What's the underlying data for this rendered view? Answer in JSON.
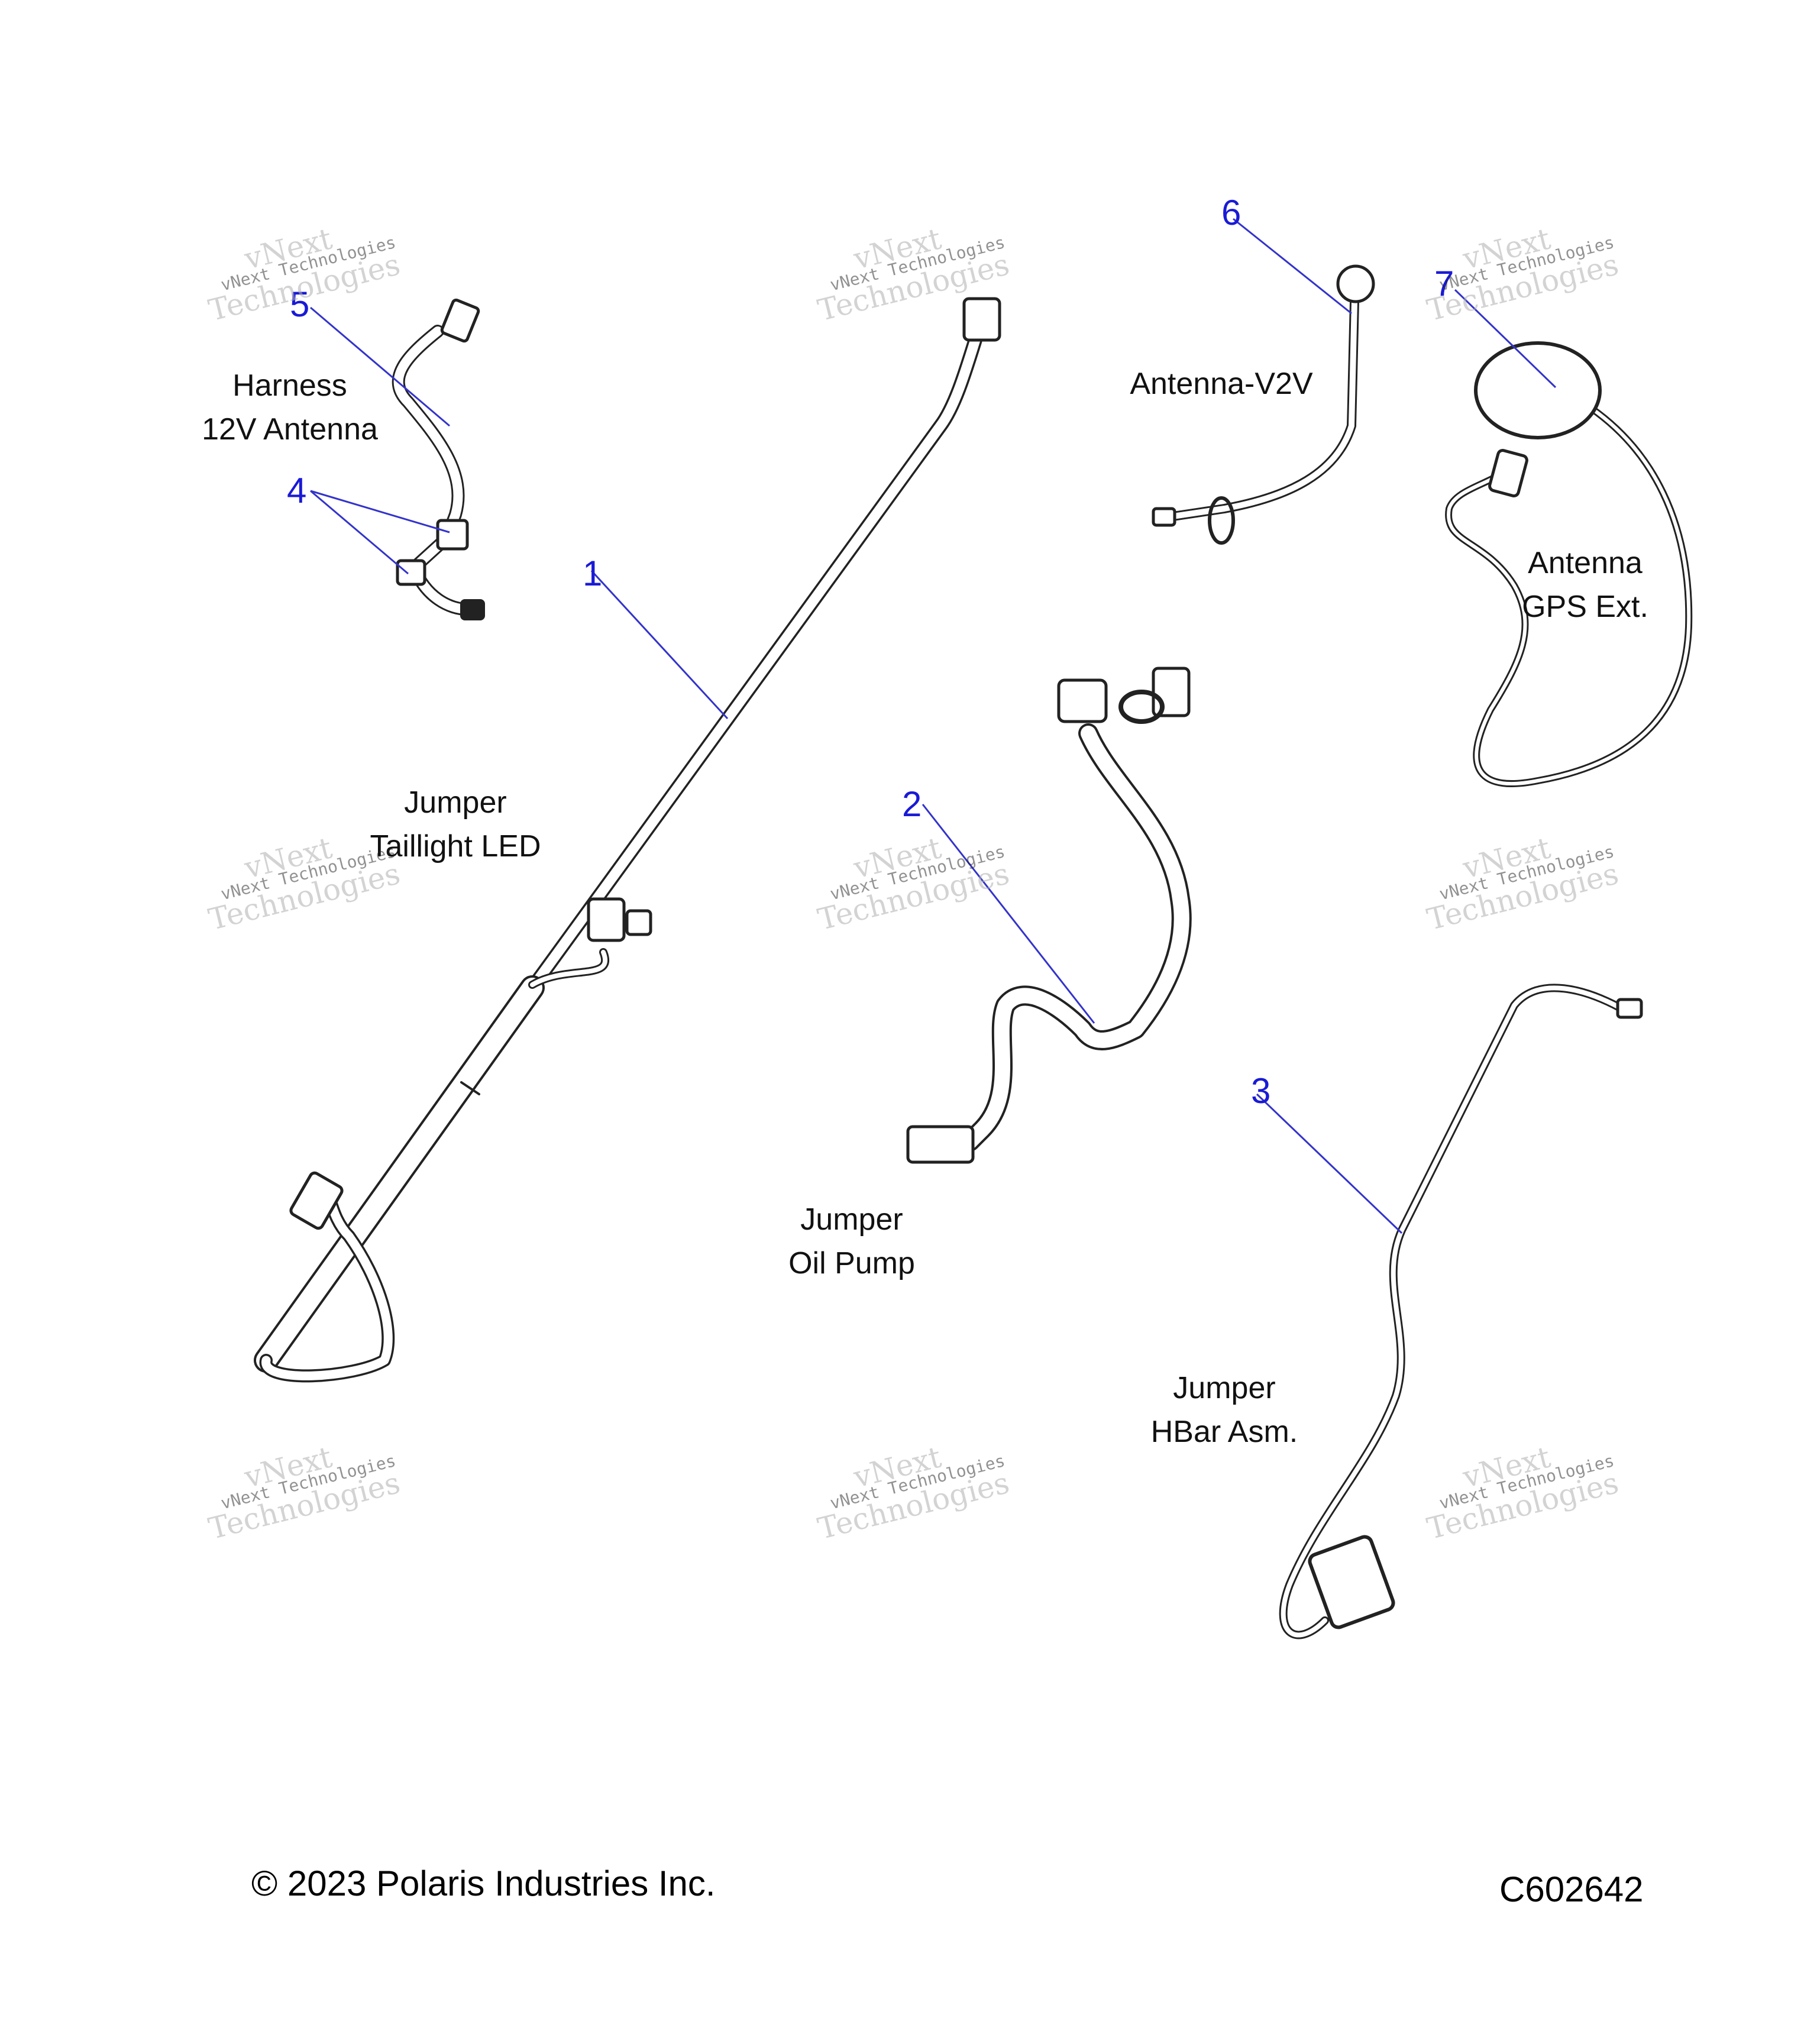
{
  "labels": {
    "harness_12v": [
      "Harness",
      "12V Antenna"
    ],
    "taillight": [
      "Jumper",
      "Taillight LED"
    ],
    "oil_pump": [
      "Jumper",
      "Oil Pump"
    ],
    "antenna_v2v": "Antenna-V2V",
    "gps_ext": [
      "Antenna",
      "GPS Ext."
    ],
    "hbar": [
      "Jumper",
      "HBar Asm."
    ]
  },
  "callouts": [
    "1",
    "2",
    "3",
    "4",
    "5",
    "6",
    "7"
  ],
  "watermark": {
    "line1": "vNext",
    "line2": "vNext Technologies",
    "line3": "Technologies"
  },
  "footer": {
    "copyright": "© 2023 Polaris Industries Inc.",
    "code": "C602642"
  },
  "colors": {
    "callout": "#1a1ad6",
    "leader": "#3333cc",
    "wire": "#222222"
  }
}
